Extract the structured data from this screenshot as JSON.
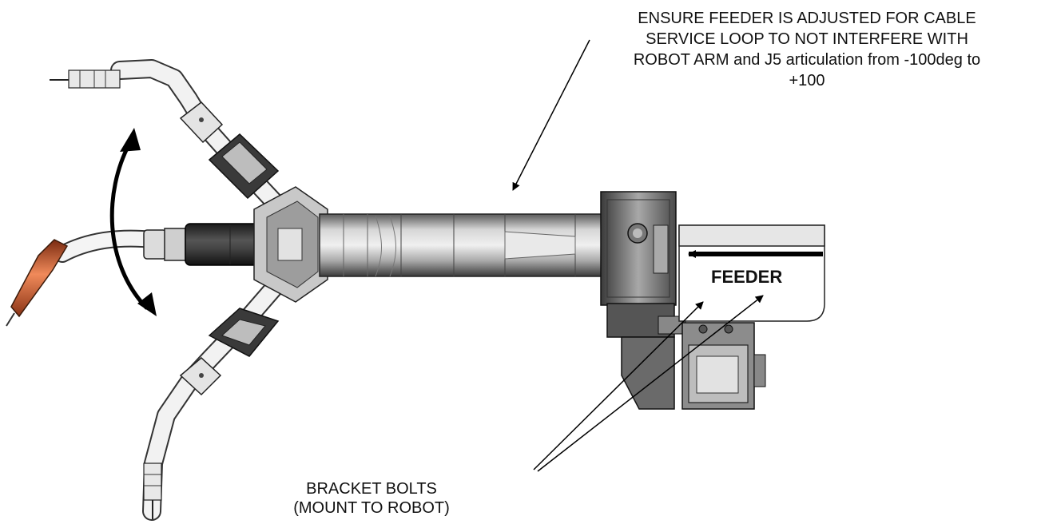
{
  "annotations": {
    "top_note": [
      "ENSURE FEEDER IS ADJUSTED FOR CABLE",
      "SERVICE LOOP TO NOT INTERFERE WITH",
      "ROBOT ARM and J5 articulation from -100deg to",
      "+100"
    ],
    "bottom_note": [
      "BRACKET BOLTS",
      "(MOUNT TO ROBOT)"
    ],
    "feeder_label": "FEEDER"
  },
  "colors": {
    "nozzle": "#d9582e",
    "line": "#000000",
    "body_dark": "#2c2c2c",
    "body_mid": "#9a9a9a",
    "body_light": "#d4d4d4"
  }
}
